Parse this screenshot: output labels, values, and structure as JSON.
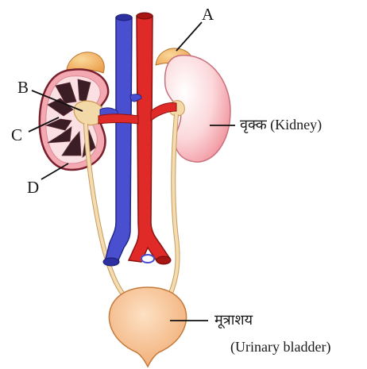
{
  "labels": {
    "a": "A",
    "b": "B",
    "c": "C",
    "d": "D",
    "kidney": "वृक्क (Kidney)",
    "bladder_hindi": "मूत्राशय",
    "bladder_english": "(Urinary bladder)"
  },
  "colors": {
    "vein": "#4a4fd0",
    "artery": "#e02a28",
    "kidney_outer": "#f7b6bc",
    "kidney_inner": "#fbe3e4",
    "adrenal": "#f2b96a",
    "ureter": "#f3dcb0",
    "bladder": "#f6c08d",
    "medulla": "#3b1d25"
  }
}
